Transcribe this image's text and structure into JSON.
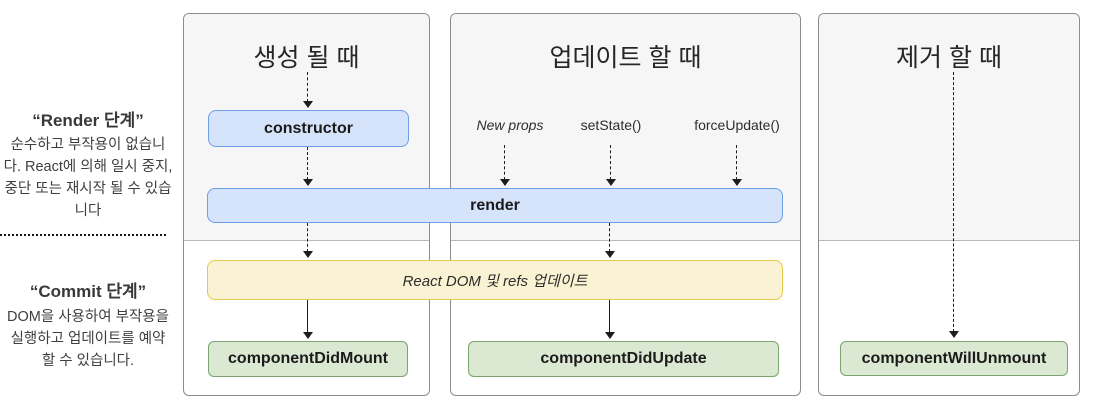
{
  "sidebar": {
    "render_phase": {
      "title": "“Render 단계”",
      "description": "순수하고 부작용이 없습니다. React에 의해 일시 중지, 중단 또는 재시작 될 수 있습니다"
    },
    "commit_phase": {
      "title": "“Commit 단계”",
      "description": "DOM을 사용하여 부작용을 실행하고 업데이트를 예약 할 수 있습니다."
    }
  },
  "columns": {
    "mount": {
      "title": "생성 될 때"
    },
    "update": {
      "title": "업데이트 할 때",
      "triggers": {
        "new_props": "New props",
        "set_state": "setState()",
        "force_update": "forceUpdate()"
      }
    },
    "unmount": {
      "title": "제거 할 때"
    }
  },
  "nodes": {
    "ctor": {
      "label": "constructor"
    },
    "render": {
      "label": "render"
    },
    "react_dom_update": {
      "label": "React DOM 및 refs 업데이트"
    },
    "component_did_mount": {
      "label": "componentDidMount"
    },
    "component_did_update": {
      "label": "componentDidUpdate"
    },
    "component_will_unmount": {
      "label": "componentWillUnmount"
    }
  },
  "colors": {
    "render_method_fill": "#d5e3fb",
    "render_method_border": "#6d9eea",
    "side_effect_fill": "#faf3d3",
    "side_effect_border": "#e6c84f",
    "commit_method_fill": "#dbe9d3",
    "commit_method_border": "#7ca371",
    "column_border": "#8c8c8c",
    "render_zone_bg": "#f6f6f6"
  }
}
